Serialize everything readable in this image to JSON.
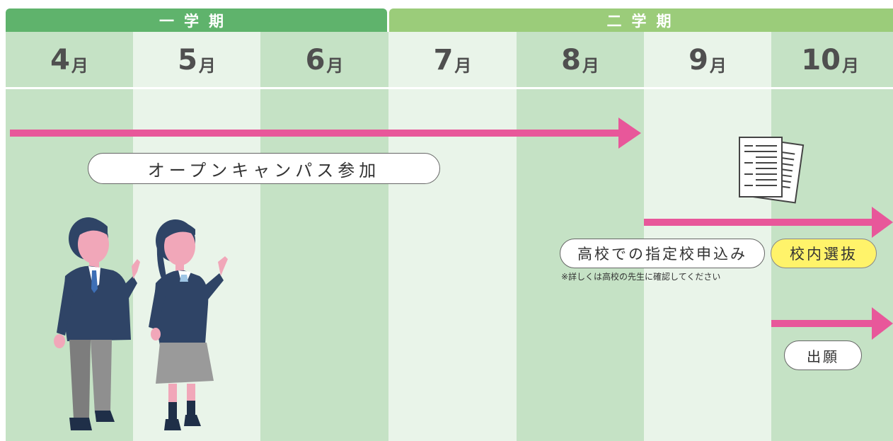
{
  "terms": {
    "first": "一学期",
    "second": "二学期"
  },
  "months": [
    {
      "num": "4",
      "unit": "月"
    },
    {
      "num": "5",
      "unit": "月"
    },
    {
      "num": "6",
      "unit": "月"
    },
    {
      "num": "7",
      "unit": "月"
    },
    {
      "num": "8",
      "unit": "月"
    },
    {
      "num": "9",
      "unit": "月"
    },
    {
      "num": "10",
      "unit": "月"
    }
  ],
  "labels": {
    "open_campus": "オープンキャンパス参加",
    "school_designation": "高校での指定校申込み",
    "school_designation_note": "※詳しくは高校の先生に確認してください",
    "internal_selection": "校内選抜",
    "application": "出願"
  },
  "colors": {
    "pink_arrow": "#e8579a",
    "column_dark": "#c5e2c5",
    "column_light": "#e9f4e9",
    "term1": "#5fb36c",
    "term2": "#9bcc7a",
    "highlight": "#fff36a"
  },
  "icons": {
    "document": "document-stack-icon",
    "students": "students-illustration"
  }
}
